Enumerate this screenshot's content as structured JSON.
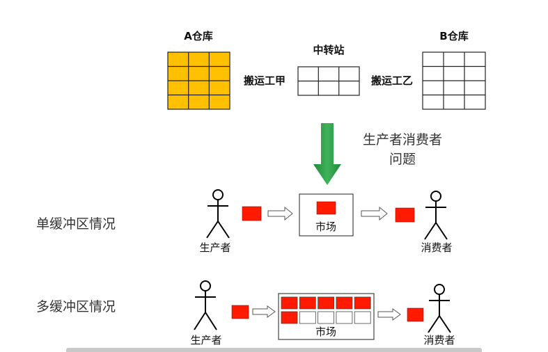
{
  "top": {
    "warehouse_a": "A仓库",
    "transfer_station": "中转站",
    "warehouse_b": "B仓库",
    "porter_a": "搬运工甲",
    "porter_b": "搬运工乙"
  },
  "problem_title": {
    "line1": "生产者消费者",
    "line2": "问题"
  },
  "single": {
    "label": "单缓冲区情况",
    "producer": "生产者",
    "market": "市场",
    "consumer": "消费者"
  },
  "multi": {
    "label": "多缓冲区情况",
    "producer": "生产者",
    "market": "市场",
    "consumer": "消费者",
    "buffer_slots": 10,
    "filled_slots": 6
  },
  "colors": {
    "warehouse_fill": "#FFC000",
    "item": "#FF1A00",
    "arrow": "#2E9E4A"
  }
}
